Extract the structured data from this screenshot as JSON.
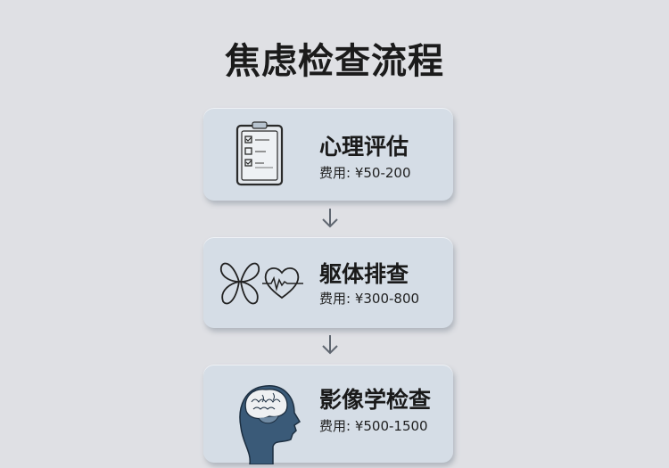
{
  "title": "焦虑检查流程",
  "steps": [
    {
      "title": "心理评估",
      "cost": "费用: ¥50-200",
      "icon": "clipboard-checklist-icon"
    },
    {
      "title": "躯体排查",
      "cost": "费用: ¥300-800",
      "icon": "lungs-heartbeat-icon"
    },
    {
      "title": "影像学检查",
      "cost": "费用: ¥500-1500",
      "icon": "head-brain-icon"
    }
  ],
  "colors": {
    "background": "#dfe0e4",
    "card": "#d5dde6",
    "text": "#1a1a1a",
    "arrow": "#5f6670",
    "head_fill": "#3a5a78"
  }
}
